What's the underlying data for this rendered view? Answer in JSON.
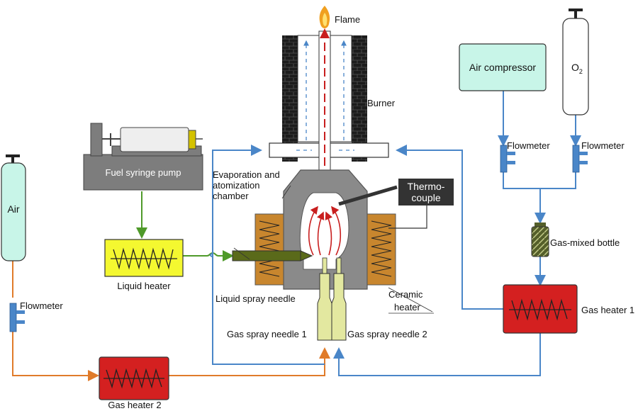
{
  "colors": {
    "air_line": "#e07b2a",
    "fuel_line": "#4f9a2a",
    "gas_line": "#4a86c8",
    "heater_red": "#d42020",
    "heater_yellow": "#f4f830",
    "cylinder_mint": "#c8f5e8",
    "ceramic": "#c8862e",
    "chamber_gray": "#8a8a8a",
    "burner_black": "#1c1c1c",
    "pump_gray": "#7d7d7d",
    "thermocouple_box": "#333333"
  },
  "labels": {
    "flame": "Flame",
    "burner": "Burner",
    "air_compressor": "Air compressor",
    "o2": "O",
    "o2_sub": "2",
    "flowmeter": "Flowmeter",
    "fuel_syringe_pump": "Fuel syringe pump",
    "evaporation_chamber": [
      "Evaporation and",
      "atomization",
      "chamber"
    ],
    "thermocouple": [
      "Thermo-",
      "couple"
    ],
    "air": "Air",
    "liquid_heater": "Liquid heater",
    "liquid_spray_needle": "Liquid spray needle",
    "gas_mixed_bottle": "Gas-mixed bottle",
    "ceramic_heater": [
      "Ceramic",
      "heater"
    ],
    "gas_heater_1": "Gas heater 1",
    "gas_spray_needle_1": "Gas spray needle 1",
    "gas_spray_needle_2": "Gas spray needle 2",
    "gas_heater_2": "Gas heater 2"
  }
}
